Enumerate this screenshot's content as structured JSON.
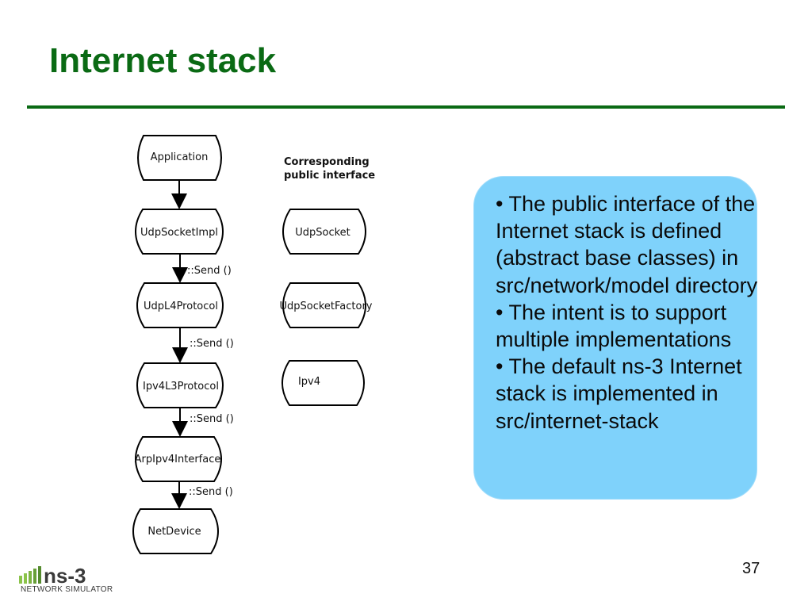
{
  "slide": {
    "title": "Internet stack",
    "page_number": "37",
    "theme_color": "#0a6a14"
  },
  "diagram": {
    "stack": [
      {
        "label": "Application"
      },
      {
        "label": "UdpSocketImpl"
      },
      {
        "label": "UdpL4Protocol"
      },
      {
        "label": "Ipv4L3Protocol"
      },
      {
        "label": "ArpIpv4Interface"
      },
      {
        "label": "NetDevice"
      }
    ],
    "edge_labels": [
      "::Send ()",
      "::Send ()",
      "::Send ()",
      "::Send ()"
    ],
    "interface_heading_line1": "Corresponding",
    "interface_heading_line2": "public interface",
    "interfaces": [
      {
        "label": "UdpSocket"
      },
      {
        "label": "UdpSocketFactory"
      },
      {
        "label": "Ipv4"
      }
    ]
  },
  "callout": {
    "text": "•  The public interface of the Internet stack is defined (abstract base classes) in src/network/model directory\n• The intent is to support multiple implementations\n• The default ns-3 Internet stack is implemented in src/internet-stack",
    "background": "#7fd2fb"
  },
  "logo": {
    "wordmark": "ns-3",
    "tagline": "NETWORK SIMULATOR"
  }
}
